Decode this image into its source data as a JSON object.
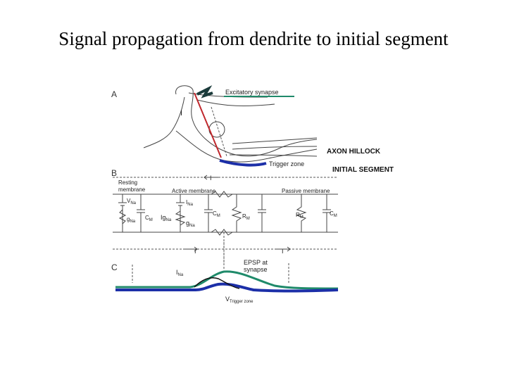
{
  "slide": {
    "title": "Signal propagation from dendrite to initial segment"
  },
  "figure": {
    "panel_a": {
      "label": "A",
      "excitatory_synapse": "Excitatory synapse",
      "trigger_zone": "Trigger zone",
      "current": "I",
      "handwritten_axon_hillock": "AXON HILLOCK",
      "handwritten_initial_segment": "INITIAL SEGMENT"
    },
    "panel_b": {
      "label": "B",
      "resting_membrane_1": "Resting",
      "resting_membrane_2": "membrane",
      "active_membrane": "Active membrane",
      "passive_membrane": "Passive membrane",
      "v_na": "V",
      "v_na_sub": "Na",
      "g_na": "g",
      "g_na_sub": "Na",
      "c_m": "C",
      "c_m_sub": "M",
      "r_m": "R",
      "r_m_sub": "M",
      "i_na": "I",
      "i_na_sub": "Na",
      "delta_g_na": "Ig",
      "delta_g_na_sub": "Na",
      "current": "I"
    },
    "panel_c": {
      "label": "C",
      "epsp_1": "EPSP at",
      "epsp_2": "synapse",
      "i_na": "I",
      "i_na_sub": "Na",
      "v_trigger": "V",
      "v_trigger_sub": "Trigger zone"
    },
    "colors": {
      "red_annotation": "#c0282d",
      "green_annotation": "#1f8a6a",
      "blue_annotation": "#1c2fa8"
    }
  }
}
